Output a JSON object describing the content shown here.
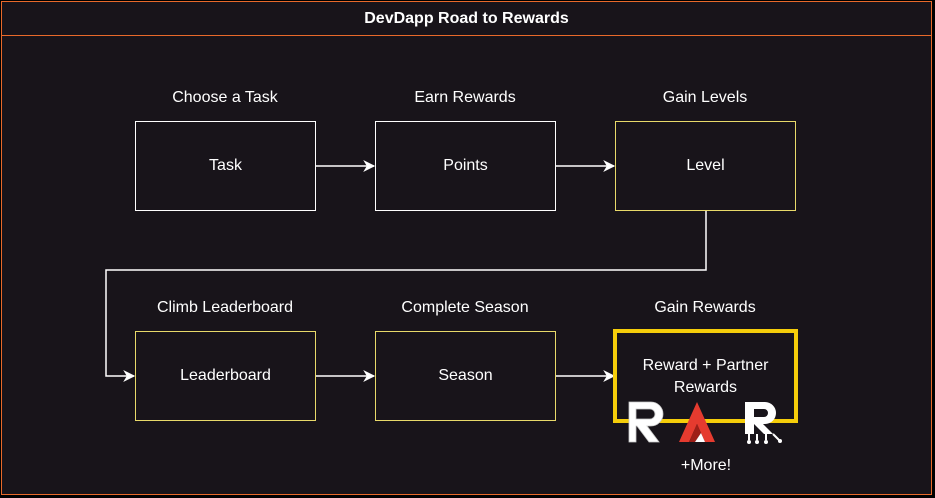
{
  "diagram": {
    "title": "DevDapp Road to Rewards",
    "steps": [
      {
        "label": "Choose a Task",
        "box": "Task"
      },
      {
        "label": "Earn Rewards",
        "box": "Points"
      },
      {
        "label": "Gain Levels",
        "box": "Level"
      },
      {
        "label": "Climb Leaderboard",
        "box": "Leaderboard"
      },
      {
        "label": "Complete Season",
        "box": "Season"
      },
      {
        "label": "Gain Rewards",
        "box": "Reward + Partner Rewards"
      }
    ],
    "extra": "+More!",
    "partner_logos": [
      "R logo",
      "A logo",
      "R circuit logo"
    ],
    "colors": {
      "frame": "#e8692a",
      "background": "#18141a",
      "box_border": "#ffffff",
      "box_border_gold": "#e8d96a",
      "reward_border": "#f5cd0a",
      "logo_accent": "#e53b2f"
    }
  }
}
